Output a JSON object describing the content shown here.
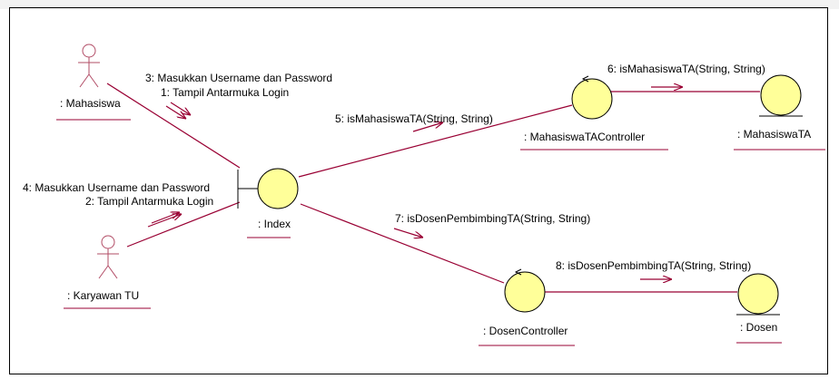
{
  "colors": {
    "link": "#990033",
    "object_fill": "#ffff99",
    "outline": "#000000",
    "actor": "#b24c66",
    "frame": "#000000"
  },
  "actors": {
    "mahasiswa": ": Mahasiswa",
    "karyawan": ": Karyawan TU"
  },
  "objects": {
    "index": ": Index",
    "mahasiswa_controller": ": MahasiswaTAController",
    "mahasiswa_entity": ": MahasiswaTA",
    "dosen_controller": ": DosenController",
    "dosen_entity": ": Dosen"
  },
  "messages": {
    "m1": "1: Tampil Antarmuka Login",
    "m2": "2: Tampil Antarmuka Login",
    "m3": "3: Masukkan Username dan Password",
    "m4": "4: Masukkan Username dan Password",
    "m5": "5: isMahasiswaTA(String, String)",
    "m6": "6: isMahasiswaTA(String, String)",
    "m7": "7: isDosenPembimbingTA(String, String)",
    "m8": "8: isDosenPembimbingTA(String, String)"
  }
}
